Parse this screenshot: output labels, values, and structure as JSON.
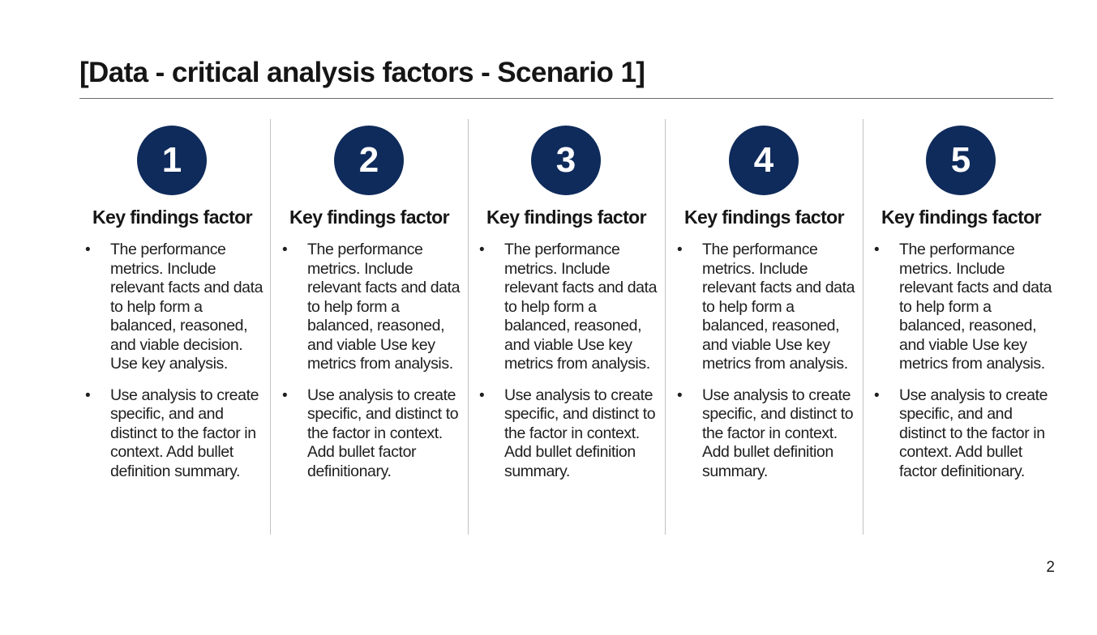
{
  "slide": {
    "title": "[Data - critical analysis factors - Scenario 1]",
    "page_number": "2"
  },
  "colors": {
    "circle_fill": "#0f2b5b",
    "circle_text": "#ffffff",
    "divider": "#c2c2c2",
    "title_rule": "#6e6e6e"
  },
  "columns": [
    {
      "number": "1",
      "heading": "Key findings factor",
      "bullet_symbol": "•",
      "bullets": [
        "The performance metrics. Include relevant facts and data to help form a balanced, reasoned, and viable decision. Use key analysis.",
        "Use analysis to create specific, and and distinct to the factor in context. Add bullet definition summary."
      ]
    },
    {
      "number": "2",
      "heading": "Key findings factor",
      "bullet_symbol": "•",
      "bullets": [
        "The performance metrics. Include relevant facts and data to help form a balanced, reasoned, and viable Use key metrics from analysis.",
        "Use analysis to create specific, and distinct to the factor in context. Add bullet factor definitionary."
      ]
    },
    {
      "number": "3",
      "heading": "Key findings factor",
      "bullet_symbol": "•",
      "bullets": [
        "The performance metrics. Include relevant facts and data to help form a balanced, reasoned, and viable Use key metrics from analysis.",
        "Use analysis to create specific, and distinct to the factor in context. Add bullet definition summary."
      ]
    },
    {
      "number": "4",
      "heading": "Key findings factor",
      "bullet_symbol": "•",
      "bullets": [
        "The performance metrics. Include relevant facts and data to help form a balanced, reasoned, and viable Use key metrics from analysis.",
        "Use analysis to create specific, and distinct to the factor in context. Add bullet definition summary."
      ]
    },
    {
      "number": "5",
      "heading": "Key findings factor",
      "bullet_symbol": "•",
      "bullets": [
        "The performance metrics. Include relevant facts and data to help form a balanced, reasoned, and viable Use key metrics from analysis.",
        "Use analysis to create specific, and and distinct to the factor in context. Add bullet factor definitionary."
      ]
    }
  ]
}
